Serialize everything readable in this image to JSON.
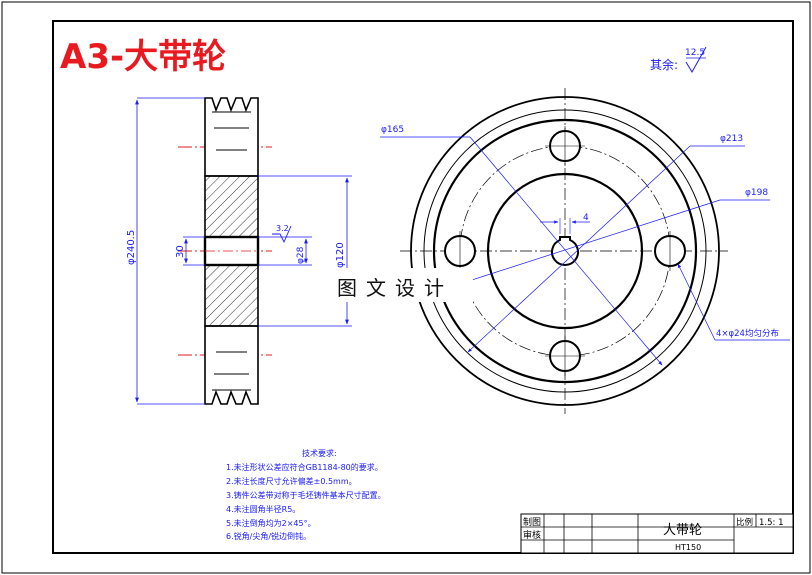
{
  "title": "A3-大带轮",
  "roughness": {
    "label": "其余:",
    "value": "12.5"
  },
  "dimensions": {
    "overall_dia": "φ240.5",
    "hub_dia": "φ120",
    "bore_dia": "φ28",
    "hub_width": "30",
    "surface_mark": "3.2",
    "d165": "φ165",
    "d213": "φ213",
    "d198": "φ198",
    "keyway": "4",
    "holes": "4×φ24均匀分布"
  },
  "watermark": "图文设计",
  "tech_requirements": {
    "heading": "技术要求:",
    "items": [
      "1.未注形状公差应符合GB1184-80的要求。",
      "2.未注长度尺寸允许偏差±0.5mm。",
      "3.铸件公差带对称于毛坯铸件基本尺寸配置。",
      "4.未注圆角半径R5。",
      "5.未注倒角均为2×45°。",
      "6.锐角/尖角/锐边倒钝。"
    ]
  },
  "title_block": {
    "draw_label": "制图",
    "review_label": "审核",
    "part_name": "大带轮",
    "material": "HT150",
    "scale_label": "比例",
    "scale_value": "1.5: 1"
  },
  "colors": {
    "outline": "#000000",
    "dimension": "#1a1aff",
    "centerline": "#e8191f",
    "title": "#e8191f"
  }
}
